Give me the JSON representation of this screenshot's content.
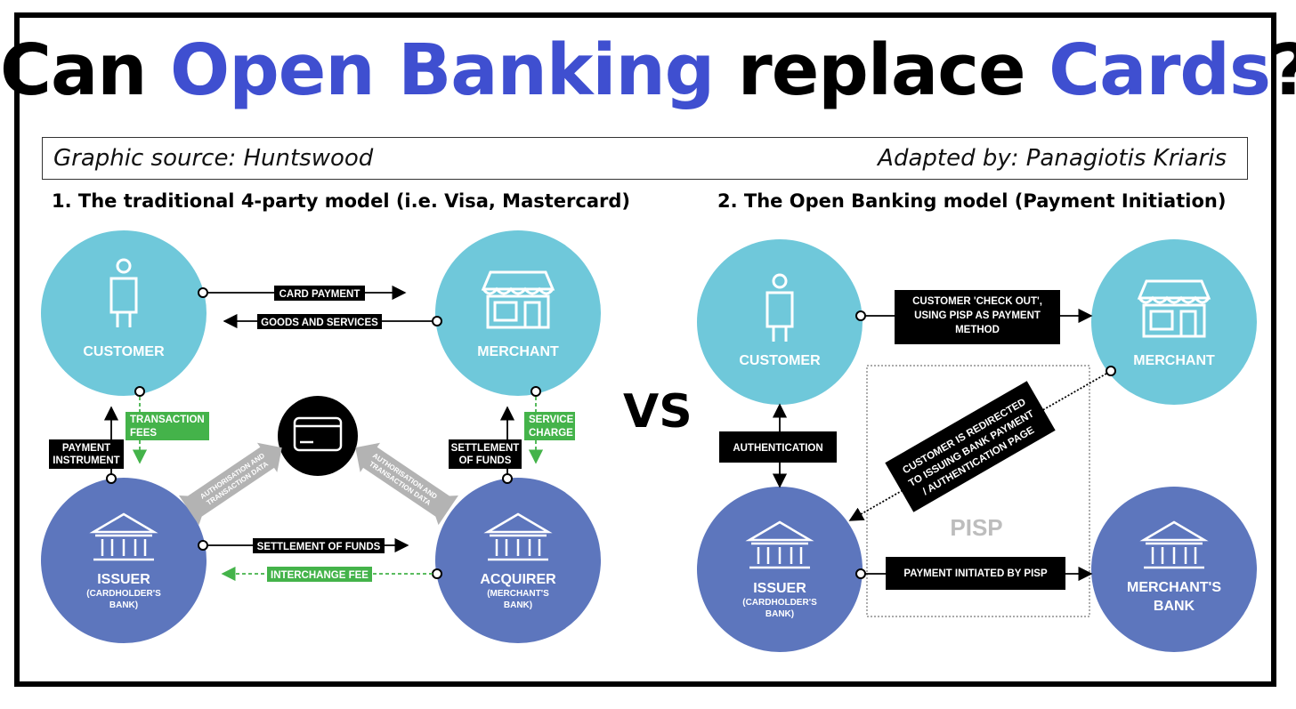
{
  "title": {
    "part1": "Can ",
    "part2": "Open Banking",
    "part3": " replace ",
    "part4": "Cards",
    "part5": "?"
  },
  "source": {
    "left": "Graphic source: Huntswood",
    "right": "Adapted by: Panagiotis Kriaris"
  },
  "vs": "VS",
  "colors": {
    "accent": "#3f4fd0",
    "light_node": "#6fc8da",
    "dark_node": "#5d76bd",
    "green": "#44b34a",
    "grey_arrow": "#b3b3b3"
  },
  "model1": {
    "title": "1. The traditional 4-party model (i.e. Visa, Mastercard)",
    "nodes": {
      "customer": "CUSTOMER",
      "merchant": "MERCHANT",
      "issuer": "ISSUER",
      "issuer_sub1": "(CARDHOLDER'S",
      "issuer_sub2": "BANK)",
      "acquirer": "ACQUIRER",
      "acquirer_sub1": "(MERCHANT'S",
      "acquirer_sub2": "BANK)"
    },
    "labels": {
      "card_payment": "CARD PAYMENT",
      "goods_services": "GOODS AND SERVICES",
      "transaction_fees_1": "TRANSACTION",
      "transaction_fees_2": "FEES",
      "payment_instrument_1": "PAYMENT",
      "payment_instrument_2": "INSTRUMENT",
      "settlement_funds_v1": "SETTLEMENT",
      "settlement_funds_v2": "OF FUNDS",
      "service_charge_1": "SERVICE",
      "service_charge_2": "CHARGE",
      "auth_left_1": "AUTHORISATION AND",
      "auth_left_2": "TRANSACTION DATA",
      "auth_right_1": "AUTHORISATION AND",
      "auth_right_2": "TRANSACTION DATA",
      "settlement_funds_h": "SETTLEMENT OF FUNDS",
      "interchange_fee": "INTERCHANGE FEE"
    }
  },
  "model2": {
    "title": "2. The Open Banking model (Payment Initiation)",
    "nodes": {
      "customer": "CUSTOMER",
      "merchant": "MERCHANT",
      "issuer": "ISSUER",
      "issuer_sub1": "(CARDHOLDER'S",
      "issuer_sub2": "BANK)",
      "merchant_bank_1": "MERCHANT'S",
      "merchant_bank_2": "BANK"
    },
    "labels": {
      "checkout_1": "CUSTOMER 'CHECK OUT',",
      "checkout_2": "USING PISP AS PAYMENT",
      "checkout_3": "METHOD",
      "authentication": "AUTHENTICATION",
      "redirect_1": "CUSTOMER IS REDIRECTED",
      "redirect_2": "TO ISSUING BANK PAYMENT",
      "redirect_3": "/ AUTHENTICATION PAGE",
      "pisp": "PISP",
      "payment_initiated": "PAYMENT INITIATED BY PISP"
    }
  }
}
